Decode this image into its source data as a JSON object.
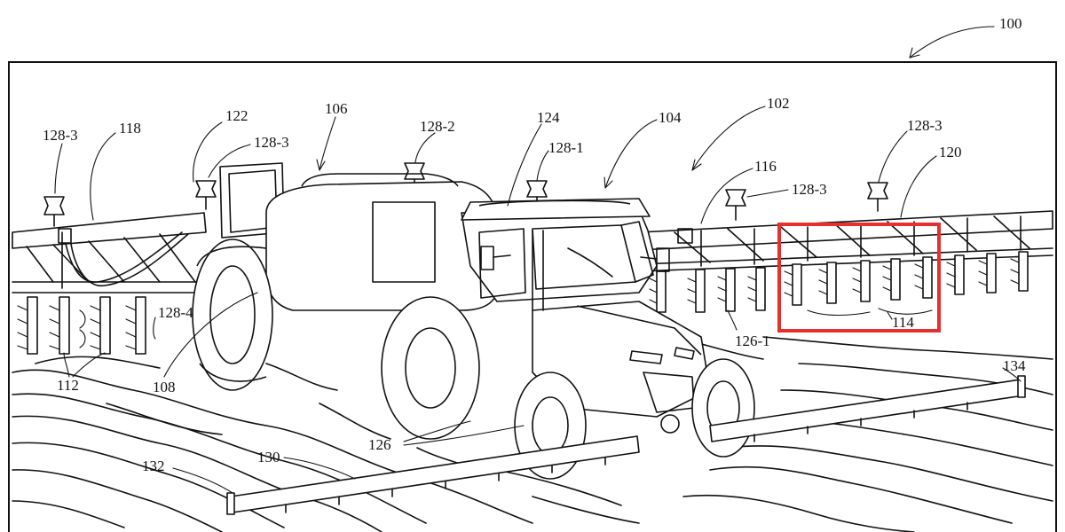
{
  "figure": {
    "highlight_color": "#e53030",
    "line_color": "#111111",
    "background": "#ffffff",
    "labels": {
      "r100": "100",
      "r102": "102",
      "r104": "104",
      "r106": "106",
      "r108": "108",
      "r112": "112",
      "r114": "114",
      "r116": "116",
      "r118": "118",
      "r120": "120",
      "r122": "122",
      "r124": "124",
      "r126": "126",
      "r126_1": "126-1",
      "r128_1": "128-1",
      "r128_2": "128-2",
      "r128_3_a": "128-3",
      "r128_3_b": "128-3",
      "r128_3_c": "128-3",
      "r128_3_d": "128-3",
      "r128_4": "128-4",
      "r130": "130",
      "r132": "132",
      "r134": "134"
    }
  }
}
